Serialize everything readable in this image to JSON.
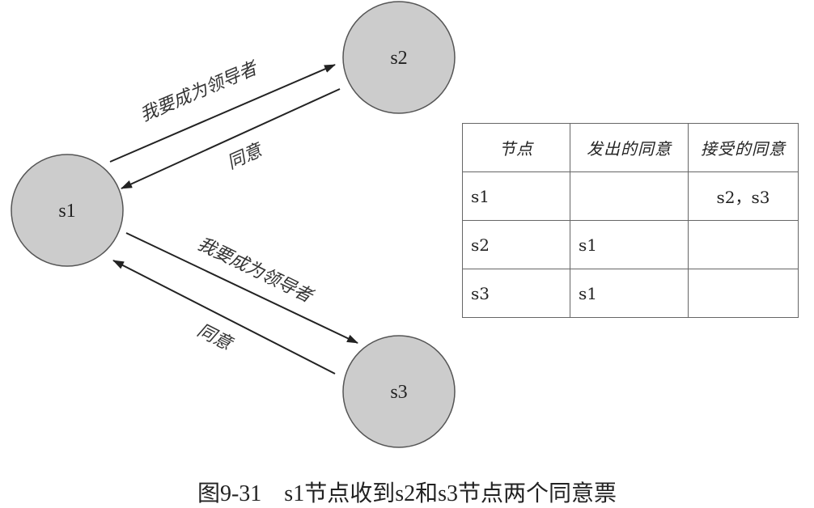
{
  "nodes": {
    "s1": "s1",
    "s2": "s2",
    "s3": "s3"
  },
  "edges": {
    "s1_to_s2": "我要成为领导者",
    "s2_to_s1": "同意",
    "s1_to_s3": "我要成为领导者",
    "s3_to_s1": "同意"
  },
  "table": {
    "headers": [
      "节点",
      "发出的同意",
      "接受的同意"
    ],
    "rows": [
      [
        "s1",
        "",
        "s2，s3"
      ],
      [
        "s2",
        "s1",
        ""
      ],
      [
        "s3",
        "s1",
        ""
      ]
    ]
  },
  "caption": "图9-31　s1节点收到s2和s3节点两个同意票",
  "colors": {
    "node_fill": "#cccccc",
    "node_stroke": "#555555",
    "arrow": "#222222"
  }
}
